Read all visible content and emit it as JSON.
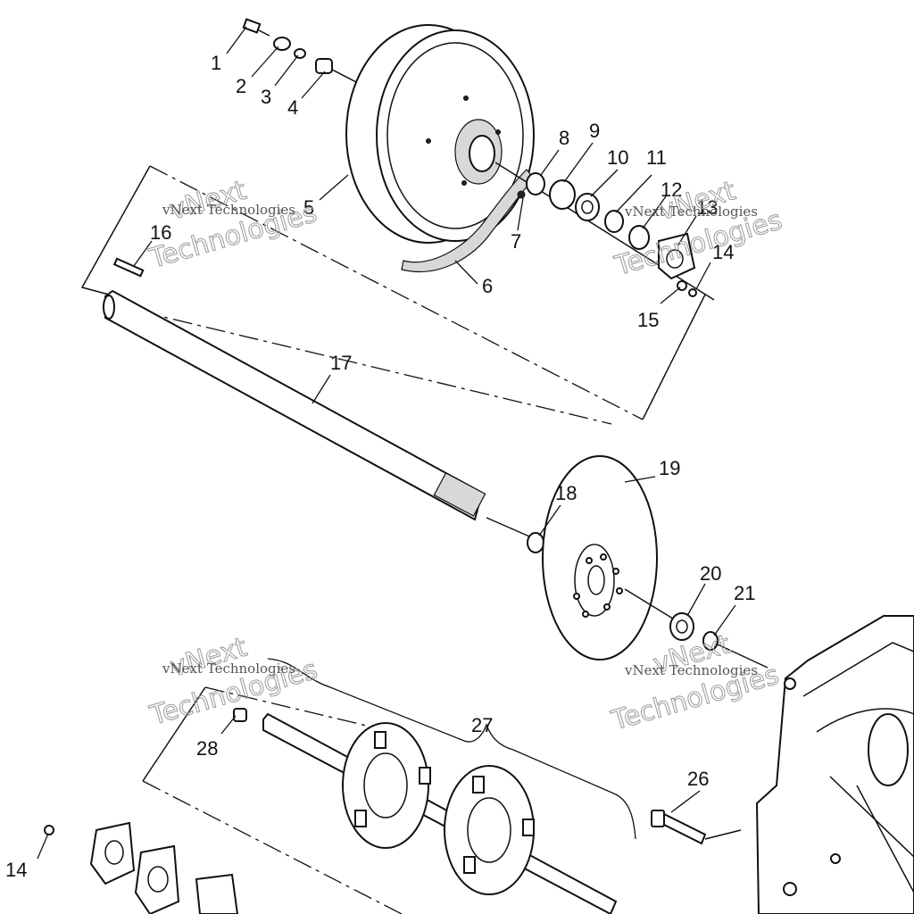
{
  "callouts": [
    "1",
    "2",
    "3",
    "4",
    "5",
    "6",
    "7",
    "8",
    "9",
    "10",
    "11",
    "12",
    "13",
    "14",
    "15",
    "16",
    "17",
    "18",
    "19",
    "20",
    "21",
    "26",
    "27",
    "28",
    "14"
  ],
  "watermark": {
    "line1": "vNext",
    "line2": "Technologies",
    "small": "vNext Technologies"
  },
  "colors": {
    "ink": "#111111",
    "paper": "#ffffff",
    "watermark": "#9a9a9a"
  }
}
